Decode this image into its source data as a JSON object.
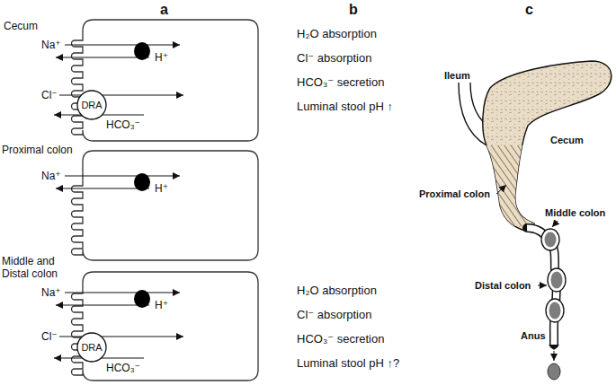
{
  "diagram": {
    "nodes": [
      {
        "text": [
          "Cecum"
        ]
      },
      {
        "text": [
          "DRA"
        ],
        "in": 0
      },
      {
        "text": [
          "Proximal colon"
        ]
      },
      {
        "text": [
          "Middle and Distal colon"
        ]
      },
      {
        "text": [
          "DRA"
        ],
        "in": 3
      }
    ],
    "labels": [
      "a",
      "b",
      "c",
      "Na⁺",
      "H⁺",
      "Cl⁻",
      "HCO₃⁻",
      "H₂O absorption",
      "Cl⁻ absorption",
      "HCO₃⁻ secretion",
      "Luminal stool pH ↑",
      "Na⁺",
      "H⁺",
      "Na⁺",
      "H⁺",
      "Cl⁻",
      "HCO₃⁻",
      "H₂O absorption",
      "Cl⁻ absorption",
      "HCO₃⁻ secretion",
      "Luminal stool pH ↑?",
      "Ileum",
      "Cecum",
      "Proximal colon",
      "Middle colon",
      "Distal colon",
      "Anus"
    ]
  }
}
